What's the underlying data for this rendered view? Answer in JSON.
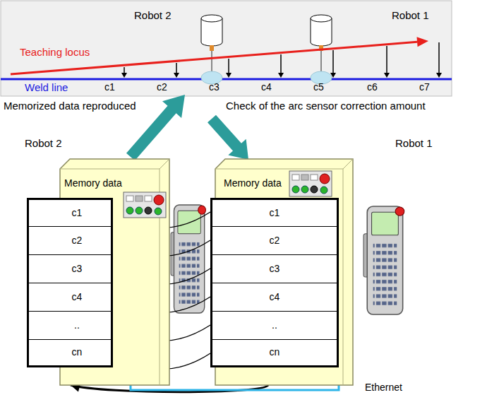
{
  "diagram": {
    "nodes": [
      {
        "text": [
          "Robot 2",
          "Memory data"
        ]
      },
      {
        "text": [
          "c1"
        ]
      },
      {
        "text": [
          "c2"
        ]
      },
      {
        "text": [
          "c3"
        ]
      },
      {
        "text": [
          "c4"
        ]
      },
      {
        "text": [
          ".."
        ]
      },
      {
        "text": [
          "cn"
        ]
      },
      {
        "text": [
          "Robot 1",
          "Memory data"
        ]
      },
      {
        "text": [
          "c1"
        ]
      },
      {
        "text": [
          "c2"
        ]
      },
      {
        "text": [
          "c3"
        ]
      },
      {
        "text": [
          "c4"
        ]
      },
      {
        "text": [
          ".."
        ]
      },
      {
        "text": [
          "cn"
        ]
      }
    ],
    "edges": [
      {
        "from": 8,
        "to": 1,
        "arrow": "to"
      },
      {
        "from": 9,
        "to": 2,
        "arrow": "to"
      },
      {
        "from": 10,
        "to": 3,
        "arrow": "to"
      },
      {
        "from": 11,
        "to": 4,
        "arrow": "to"
      },
      {
        "from": 12,
        "to": 5,
        "arrow": "to"
      },
      {
        "from": 13,
        "to": 6,
        "arrow": "to"
      },
      {
        "from": 7,
        "to": 0,
        "arrow": "to"
      },
      {
        "from": 0,
        "to": 7,
        "arrow": "none",
        "label": "Ethernet"
      }
    ],
    "labels": [
      "Robot 2",
      "Robot 1",
      "Teaching locus",
      "Weld line",
      "c1",
      "c2",
      "c3",
      "c4",
      "c5",
      "c6",
      "c7",
      "Memorized data reproduced",
      "Check of the arc sensor correction amount"
    ]
  }
}
